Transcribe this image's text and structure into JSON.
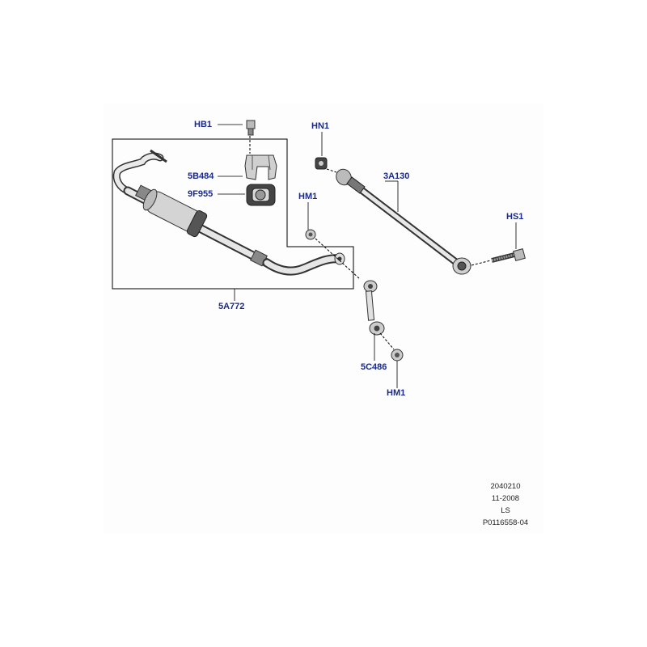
{
  "colors": {
    "label": "#1a2a8c",
    "line": "#000000",
    "part_fill": "#d9d9d9",
    "part_dark": "#3a3a3a"
  },
  "callouts": {
    "hb1": "HB1",
    "b5_484": "5B484",
    "f9_955": "9F955",
    "a5_772": "5A772",
    "hn1": "HN1",
    "a3_130": "3A130",
    "hm1_top": "HM1",
    "hs1": "HS1",
    "c5_486": "5C486",
    "hm1_bottom": "HM1"
  },
  "meta": {
    "line1": "2040210",
    "line2": "11-2008",
    "line3": "LS",
    "line4": "P0116558-04"
  }
}
